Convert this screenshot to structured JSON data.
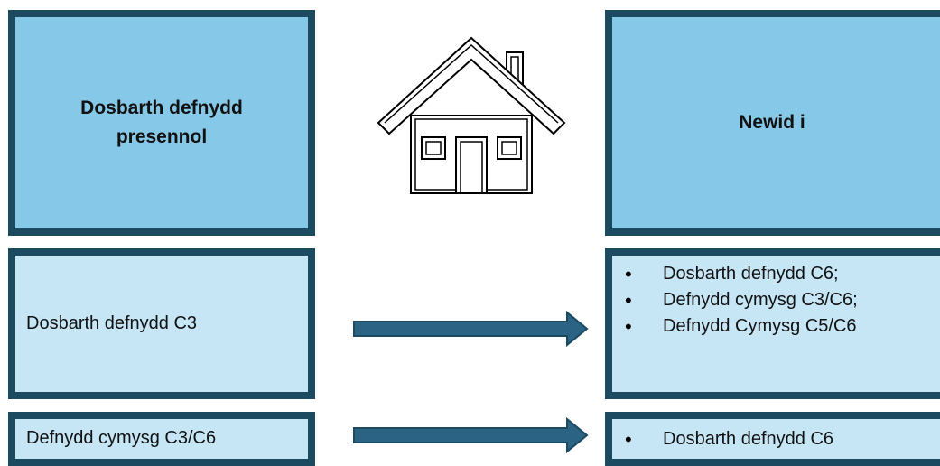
{
  "header": {
    "left_title": "Dosbarth defnydd presennol",
    "right_title": "Newid i"
  },
  "rows": [
    {
      "from": "Dosbarth defnydd C3",
      "to": [
        "Dosbarth defnydd C6;",
        "Defnydd cymysg C3/C6;",
        "Defnydd Cymysg C5/C6"
      ]
    },
    {
      "from": "Defnydd cymysg C3/C6",
      "to": [
        "Dosbarth defnydd C6"
      ]
    }
  ],
  "icons": {
    "house": "house-icon",
    "arrow": "right-arrow-icon"
  },
  "colors": {
    "border": "#1c4a60",
    "header_fill": "#86c8e8",
    "row_fill": "#c6e6f6",
    "arrow_fill": "#2a6384"
  }
}
